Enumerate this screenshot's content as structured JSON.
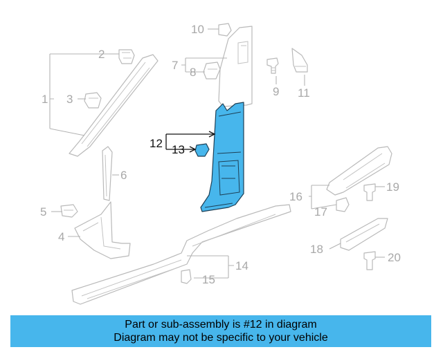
{
  "callouts": {
    "n1": "1",
    "n2": "2",
    "n3": "3",
    "n4": "4",
    "n5": "5",
    "n6": "6",
    "n7": "7",
    "n8": "8",
    "n9": "9",
    "n10": "10",
    "n11": "11",
    "n12": "12",
    "n13": "13",
    "n14": "14",
    "n15": "15",
    "n16": "16",
    "n17": "17",
    "n18": "18",
    "n19": "19",
    "n20": "20"
  },
  "highlighted_part": "12",
  "colors": {
    "highlight": "#47b6ec",
    "highlight_outline": "#1d3f55",
    "line_art": "#b9b9b9"
  },
  "banner": {
    "line1": "Part or sub-assembly is #12 in diagram",
    "line2": "Diagram may not be specific to your vehicle"
  }
}
